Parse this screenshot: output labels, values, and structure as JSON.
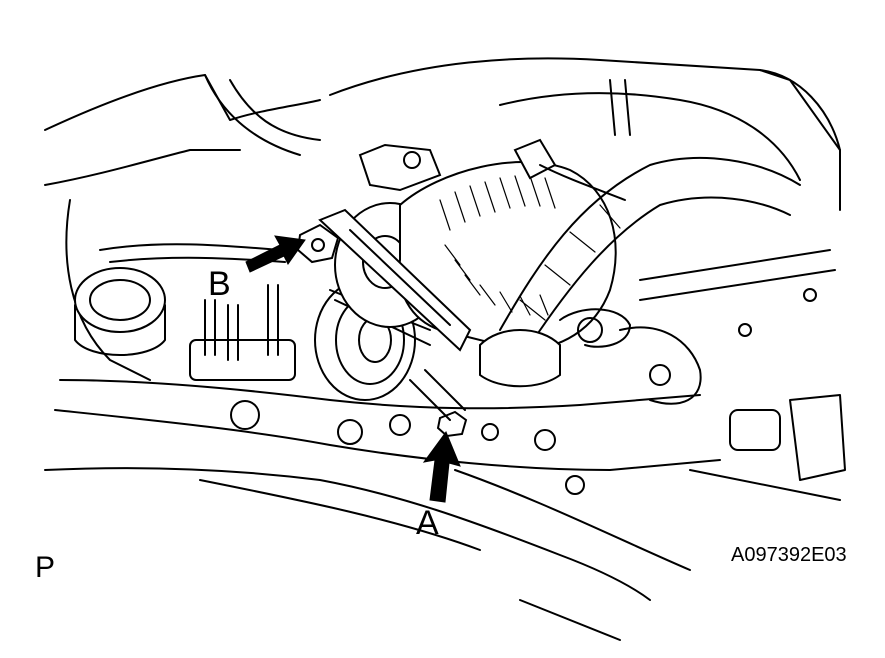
{
  "figure": {
    "callouts": [
      {
        "id": "A",
        "text": "A"
      },
      {
        "id": "B",
        "text": "B"
      }
    ],
    "view_marker": "P",
    "figure_code": "A097392E03"
  },
  "colors": {
    "line": "#000000",
    "background": "#ffffff"
  }
}
